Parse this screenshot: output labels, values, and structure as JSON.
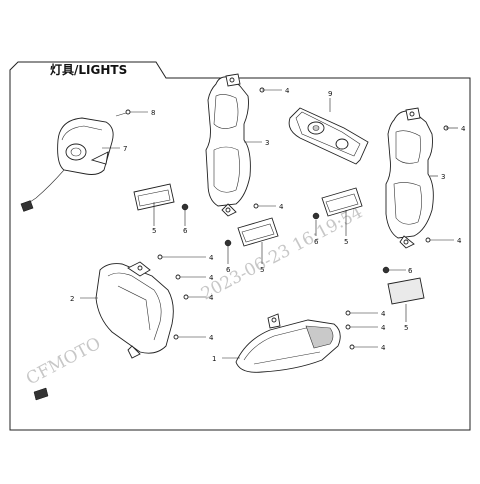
{
  "title": "灯具/LIGHTS",
  "callouts": [
    {
      "id": "c-8",
      "label": "8"
    },
    {
      "id": "c-7",
      "label": "7"
    },
    {
      "id": "c-5a",
      "label": "5"
    },
    {
      "id": "c-6a",
      "label": "6"
    },
    {
      "id": "c-4a",
      "label": "4"
    },
    {
      "id": "c-3a",
      "label": "3"
    },
    {
      "id": "c-4b",
      "label": "4"
    },
    {
      "id": "c-9",
      "label": "9"
    },
    {
      "id": "c-4c",
      "label": "4"
    },
    {
      "id": "c-3b",
      "label": "3"
    },
    {
      "id": "c-4d",
      "label": "4"
    },
    {
      "id": "c-6b",
      "label": "6"
    },
    {
      "id": "c-5b",
      "label": "5"
    },
    {
      "id": "c-6c",
      "label": "6"
    },
    {
      "id": "c-5c",
      "label": "5"
    },
    {
      "id": "c-2",
      "label": "2"
    },
    {
      "id": "c-4e",
      "label": "4"
    },
    {
      "id": "c-4f",
      "label": "4"
    },
    {
      "id": "c-4g",
      "label": "4"
    },
    {
      "id": "c-6d",
      "label": "6"
    },
    {
      "id": "c-5d",
      "label": "5"
    },
    {
      "id": "c-4h",
      "label": "4"
    },
    {
      "id": "c-4i",
      "label": "4"
    },
    {
      "id": "c-4j",
      "label": "4"
    },
    {
      "id": "c-1",
      "label": "1"
    }
  ],
  "watermark": {
    "brand": "CFMOTO",
    "timestamp": "2023-06-23 16:19:54"
  }
}
